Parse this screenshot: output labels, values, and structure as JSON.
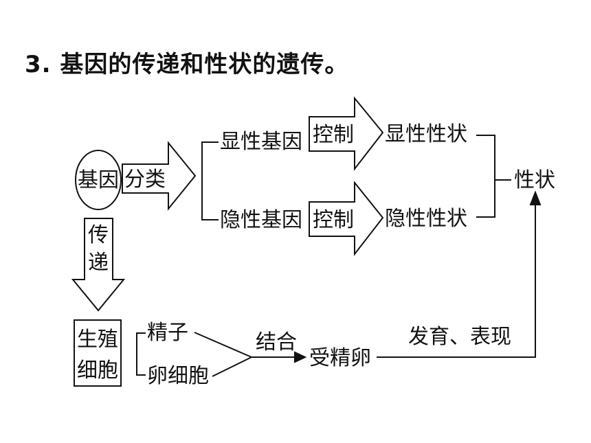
{
  "heading": "3. 基因的传递和性状的遗传。",
  "nodes": {
    "gene": "基因",
    "classify": "分类",
    "dominant_gene": "显性基因",
    "recessive_gene": "隐性基因",
    "control_1": "控制",
    "control_2": "控制",
    "dominant_trait": "显性性状",
    "recessive_trait": "隐性性状",
    "trait": "性状",
    "transmit_1": "传",
    "transmit_2": "递",
    "germ_cell_1": "生殖",
    "germ_cell_2": "细胞",
    "sperm": "精子",
    "egg": "卵细胞",
    "combine": "结合",
    "zygote": "受精卵",
    "develop": "发育、表现"
  },
  "colors": {
    "ink": "#111111",
    "background": "#ffffff"
  }
}
